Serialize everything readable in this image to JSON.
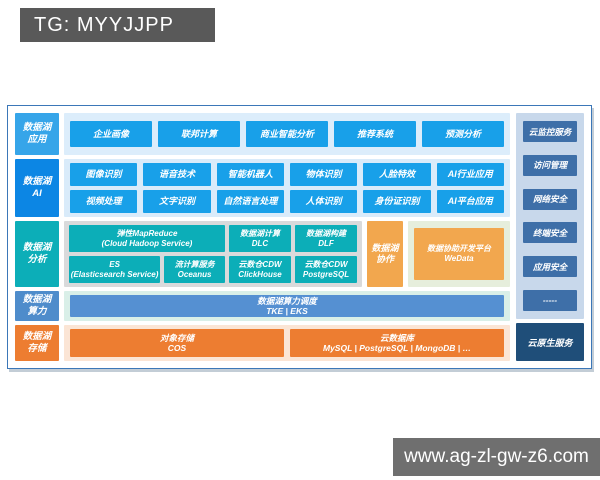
{
  "banner": {
    "text": "TG: MYYJJPP"
  },
  "watermark": {
    "text": "www.ag-zl-gw-z6.com"
  },
  "colors": {
    "banner_bg": "#595959",
    "watermark_bg": "#6F6F6F",
    "panel_border": "#3B77B8",
    "app_label": "#36A5E9",
    "ai_label": "#0C86E4",
    "blue_item": "#18A0E9",
    "light_blue_bg": "#DCEDFB",
    "teal": "#0CAEB8",
    "gray_bg": "#D9DADB",
    "orange_collab": "#F2A74E",
    "green_bg": "#E6EEDC",
    "compute_label": "#4E8CCB",
    "compute_item": "#5590D2",
    "mint_bg": "#D9EFE8",
    "storage_orange": "#ED7D31",
    "light_orange_bg": "#FBE5D5",
    "sidebar_bg": "#C8D8EB",
    "sidebar_item": "#3E6FA8",
    "sidebar_bottom": "#1F4E79"
  },
  "app": {
    "label": "数据湖\n应用",
    "items": [
      "企业画像",
      "联邦计算",
      "商业智能分析",
      "推荐系统",
      "预测分析"
    ]
  },
  "ai": {
    "label": "数据湖\nAI",
    "row1": [
      "图像识别",
      "语音技术",
      "智能机器人",
      "物体识别",
      "人脸特效",
      "AI行业应用"
    ],
    "row2": [
      "视频处理",
      "文字识别",
      "自然语言处理",
      "人体识别",
      "身份证识别",
      "AI平台应用"
    ]
  },
  "analysis": {
    "label": "数据湖\n分析",
    "emr": "弹性MapReduce\n(Cloud Hadoop Service)",
    "dlc": "数据湖计算\nDLC",
    "dlf": "数据湖构建\nDLF",
    "es": "ES\n(Elasticsearch Service)",
    "oceanus": "流计算服务\nOceanus",
    "clickhouse": "云数仓CDW\nClickHouse",
    "postgresql": "云数仓CDW\nPostgreSQL",
    "collab_label": "数据湖\n协作",
    "wedata": "数据协助开发平台\nWeData"
  },
  "compute": {
    "label": "数据湖\n算力",
    "item": "数据湖算力调度\nTKE | EKS"
  },
  "storage": {
    "label": "数据湖\n存储",
    "cos": "对象存储\nCOS",
    "db": "云数据库\nMySQL | PostgreSQL | MongoDB | …"
  },
  "sidebar": {
    "items": [
      "云监控服务",
      "访问管理",
      "网络安全",
      "终端安全",
      "应用安全",
      "-----"
    ],
    "bottom": "云原生服务"
  }
}
